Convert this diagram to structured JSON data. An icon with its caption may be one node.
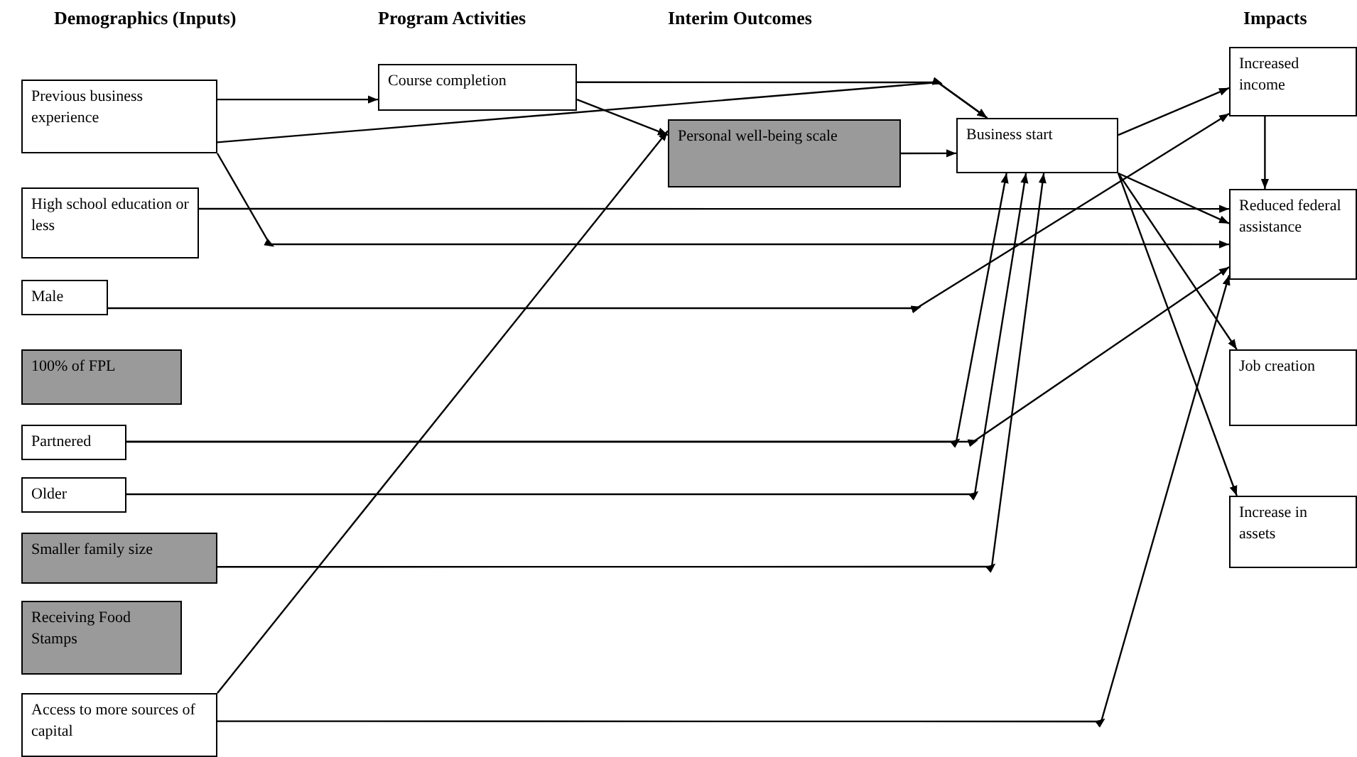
{
  "diagram": {
    "nodes": [
      {
        "text": [
          "Previous business experience"
        ]
      },
      {
        "text": [
          "High school education or less"
        ]
      },
      {
        "text": [
          "Male"
        ]
      },
      {
        "text": [
          "100% of FPL"
        ]
      },
      {
        "text": [
          "Partnered"
        ]
      },
      {
        "text": [
          "Older"
        ]
      },
      {
        "text": [
          "Smaller family size"
        ]
      },
      {
        "text": [
          "Receiving Food Stamps"
        ]
      },
      {
        "text": [
          "Access to more sources of capital"
        ]
      },
      {
        "text": [
          "Course completion"
        ]
      },
      {
        "text": [
          "Personal well-being scale"
        ]
      },
      {
        "text": [
          "Business start"
        ]
      },
      {
        "text": [
          "Increased income"
        ]
      },
      {
        "text": [
          "Reduced federal assistance"
        ]
      },
      {
        "text": [
          "Job creation"
        ]
      },
      {
        "text": [
          "Increase in assets"
        ]
      }
    ],
    "edges": [
      {
        "from": 0,
        "to": 9,
        "arrow": "to"
      },
      {
        "from": 0,
        "to": 11,
        "arrow": "to"
      },
      {
        "from": 9,
        "to": 11,
        "arrow": "to"
      },
      {
        "from": 9,
        "to": 10,
        "arrow": "to"
      },
      {
        "from": 0,
        "to": 13,
        "arrow": "to"
      },
      {
        "from": 1,
        "to": 13,
        "arrow": "to"
      },
      {
        "from": 2,
        "to": 12,
        "arrow": "to"
      },
      {
        "from": 10,
        "to": 11,
        "arrow": "to"
      },
      {
        "from": 8,
        "to": 10,
        "arrow": "to"
      },
      {
        "from": 4,
        "to": 11,
        "arrow": "to"
      },
      {
        "from": 4,
        "to": 13,
        "arrow": "to"
      },
      {
        "from": 5,
        "to": 11,
        "arrow": "to"
      },
      {
        "from": 6,
        "to": 11,
        "arrow": "to"
      },
      {
        "from": 8,
        "to": 13,
        "arrow": "to"
      },
      {
        "from": 11,
        "to": 12,
        "arrow": "to"
      },
      {
        "from": 11,
        "to": 13,
        "arrow": "to"
      },
      {
        "from": 11,
        "to": 14,
        "arrow": "to"
      },
      {
        "from": 11,
        "to": 15,
        "arrow": "to"
      },
      {
        "from": 12,
        "to": 13,
        "arrow": "to"
      }
    ],
    "labels": [
      "Demographics (Inputs)",
      "Program Activities",
      "Interim Outcomes",
      "Impacts"
    ]
  }
}
